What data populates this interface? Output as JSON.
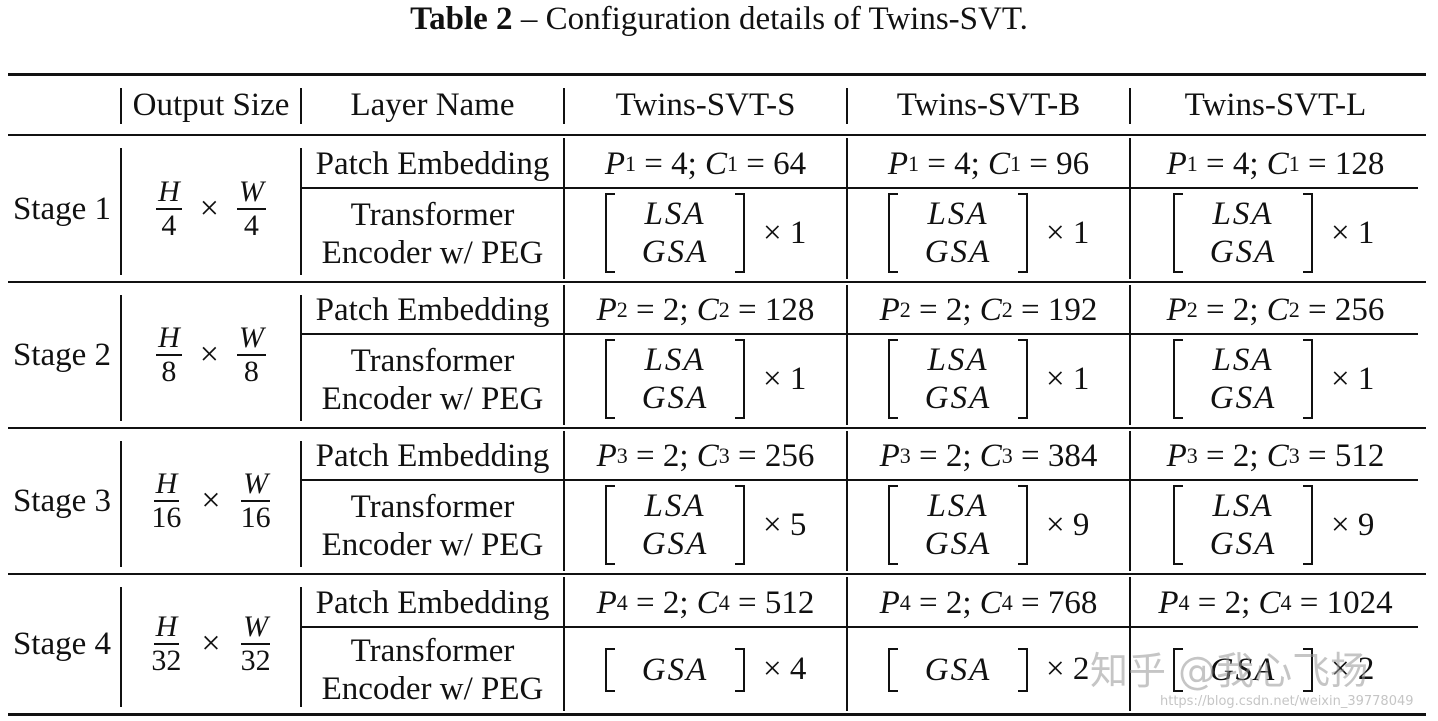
{
  "caption": {
    "label": "Table 2",
    "text": " – Configuration details of Twins-SVT."
  },
  "header": {
    "output_size": "Output Size",
    "layer_name": "Layer Name",
    "models": [
      "Twins-SVT-S",
      "Twins-SVT-B",
      "Twins-SVT-L"
    ]
  },
  "labels": {
    "patch_embedding": "Patch Embedding",
    "transformer_line1": "Transformer",
    "transformer_line2": "Encoder w/ PEG",
    "lsa": "LSA",
    "gsa": "GSA",
    "times": "×"
  },
  "stages": [
    {
      "name": "Stage 1",
      "h": "H",
      "w": "W",
      "den": "4",
      "patch": [
        [
          "P",
          "1",
          "4",
          "C",
          "1",
          "64"
        ],
        [
          "P",
          "1",
          "4",
          "C",
          "1",
          "96"
        ],
        [
          "P",
          "1",
          "4",
          "C",
          "1",
          "128"
        ]
      ],
      "blocks": [
        "LSA+GSA",
        "LSA+GSA",
        "LSA+GSA"
      ],
      "repeat": [
        "× 1",
        "× 1",
        "× 1"
      ]
    },
    {
      "name": "Stage 2",
      "h": "H",
      "w": "W",
      "den": "8",
      "patch": [
        [
          "P",
          "2",
          "2",
          "C",
          "2",
          "128"
        ],
        [
          "P",
          "2",
          "2",
          "C",
          "2",
          "192"
        ],
        [
          "P",
          "2",
          "2",
          "C",
          "2",
          "256"
        ]
      ],
      "blocks": [
        "LSA+GSA",
        "LSA+GSA",
        "LSA+GSA"
      ],
      "repeat": [
        "× 1",
        "× 1",
        "× 1"
      ]
    },
    {
      "name": "Stage 3",
      "h": "H",
      "w": "W",
      "den": "16",
      "patch": [
        [
          "P",
          "3",
          "2",
          "C",
          "3",
          "256"
        ],
        [
          "P",
          "3",
          "2",
          "C",
          "3",
          "384"
        ],
        [
          "P",
          "3",
          "2",
          "C",
          "3",
          "512"
        ]
      ],
      "blocks": [
        "LSA+GSA",
        "LSA+GSA",
        "LSA+GSA"
      ],
      "repeat": [
        "× 5",
        "× 9",
        "× 9"
      ]
    },
    {
      "name": "Stage 4",
      "h": "H",
      "w": "W",
      "den": "32",
      "patch": [
        [
          "P",
          "4",
          "2",
          "C",
          "4",
          "512"
        ],
        [
          "P",
          "4",
          "2",
          "C",
          "4",
          "768"
        ],
        [
          "P",
          "4",
          "2",
          "C",
          "4",
          "1024"
        ]
      ],
      "blocks": [
        "GSA",
        "GSA",
        "GSA"
      ],
      "repeat": [
        "× 4",
        "× 2",
        "× 2"
      ]
    }
  ],
  "watermark": {
    "brand": "知乎 @我心飞扬",
    "url": "https://blog.csdn.net/weixin_39778049"
  }
}
